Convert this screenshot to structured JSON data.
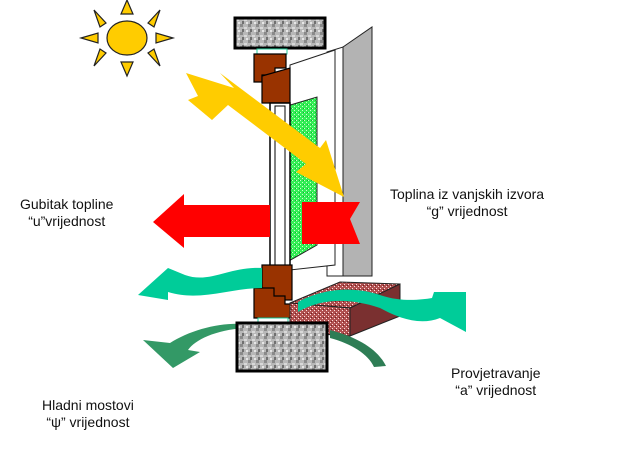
{
  "labels": {
    "heat_loss": {
      "line1": "Gubitak topline",
      "line2": "“u”vrijednost"
    },
    "solar_gain": {
      "line1": "Toplina iz vanjskih izvora",
      "line2": "“g” vrijednost"
    },
    "ventilation": {
      "line1": "Provjetravanje",
      "line2": "“a” vrijednost"
    },
    "cold_bridges": {
      "line1": "Hladni mostovi",
      "line2": "“ψ” vrijednost"
    }
  },
  "colors": {
    "sun": "#FFCC00",
    "solar_arrow": "#FFCC00",
    "heat_arrow": "#FF0000",
    "ventilation_arrow": "#00CC99",
    "cold_bridge_arrow": "#339966",
    "wood_frame": "#993300",
    "glass": "#33FF66",
    "wall": "#B3B3B3",
    "stone": "#A0A0A0",
    "sill": "#993333"
  }
}
